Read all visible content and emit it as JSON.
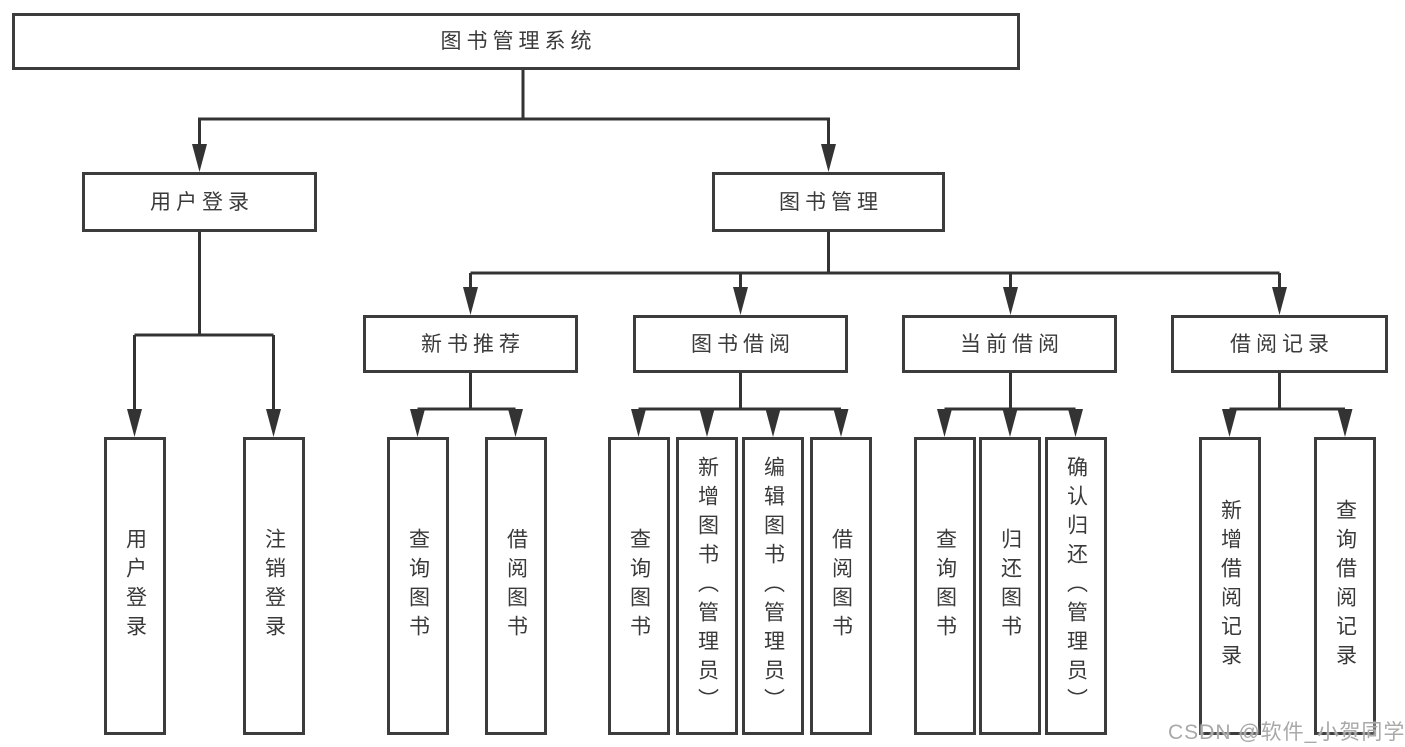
{
  "tree": {
    "root": {
      "label": "图书管理系统",
      "children": [
        {
          "label": "用户登录",
          "children": [
            {
              "label": "用户登录"
            },
            {
              "label": "注销登录"
            }
          ]
        },
        {
          "label": "图书管理",
          "children": [
            {
              "label": "新书推荐",
              "children": [
                {
                  "label": "查询图书"
                },
                {
                  "label": "借阅图书"
                }
              ]
            },
            {
              "label": "图书借阅",
              "children": [
                {
                  "label": "查询图书"
                },
                {
                  "label": "新增图书（管理员）"
                },
                {
                  "label": "编辑图书（管理员）"
                },
                {
                  "label": "借阅图书"
                }
              ]
            },
            {
              "label": "当前借阅",
              "children": [
                {
                  "label": "查询图书"
                },
                {
                  "label": "归还图书"
                },
                {
                  "label": "确认归还（管理员）"
                }
              ]
            },
            {
              "label": "借阅记录",
              "children": [
                {
                  "label": "新增借阅记录"
                },
                {
                  "label": "查询借阅记录"
                }
              ]
            }
          ]
        }
      ]
    }
  },
  "watermark": {
    "text": "CSDN @软件_小贺同学"
  },
  "colors": {
    "line": "#333333",
    "box_border": "#3c3c3c",
    "text": "#3a3a3a",
    "watermark": "#a9a9a9",
    "background": "#ffffff"
  }
}
